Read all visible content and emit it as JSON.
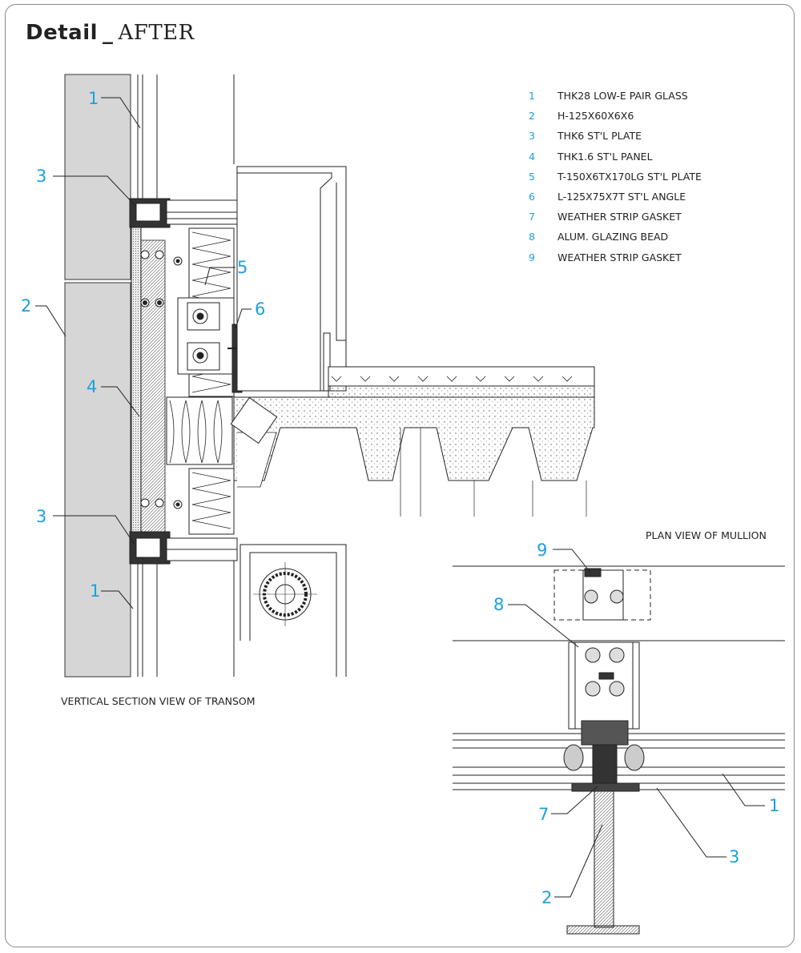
{
  "title": {
    "bold": "Detail",
    "separator": "_",
    "light": "AFTER"
  },
  "legend": [
    {
      "num": "1",
      "text": "THK28 LOW-E PAIR GLASS"
    },
    {
      "num": "2",
      "text": "H-125X60X6X6"
    },
    {
      "num": "3",
      "text": "THK6 ST'L PLATE"
    },
    {
      "num": "4",
      "text": "THK1.6 ST'L PANEL"
    },
    {
      "num": "5",
      "text": "T-150X6TX170LG ST'L PLATE"
    },
    {
      "num": "6",
      "text": "L-125X75X7T ST'L ANGLE"
    },
    {
      "num": "7",
      "text": "WEATHER STRIP GASKET"
    },
    {
      "num": "8",
      "text": "ALUM. GLAZING BEAD"
    },
    {
      "num": "9",
      "text": "WEATHER STRIP GASKET"
    }
  ],
  "labels": {
    "vertical_section": "VERTICAL SECTION VIEW OF TRANSOM",
    "plan_view": "PLAN VIEW OF MULLION"
  },
  "callouts": {
    "c1_top": "1",
    "c3_top": "3",
    "c2_left": "2",
    "c4": "4",
    "c5": "5",
    "c6": "6",
    "c3_bottom": "3",
    "c1_bottom": "1",
    "p9": "9",
    "p8": "8",
    "p7": "7",
    "p2": "2",
    "p1": "1",
    "p3": "3"
  },
  "colors": {
    "accent": "#1ba1dc",
    "glass_fill": "#d6d6d6",
    "line": "#222222",
    "frame": "#8a8a8a"
  }
}
